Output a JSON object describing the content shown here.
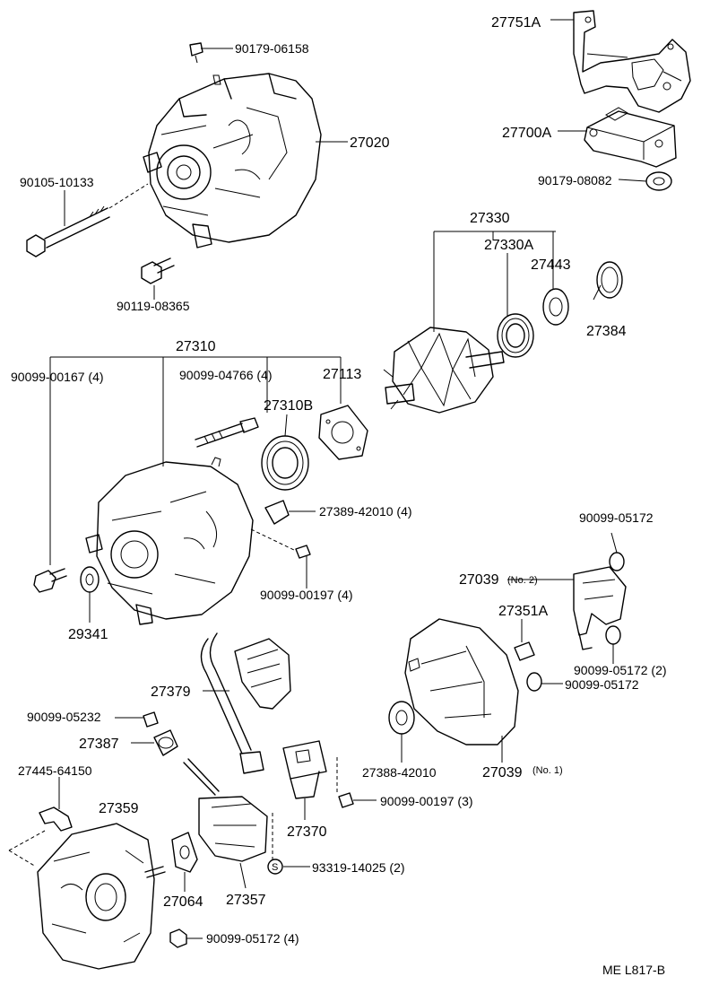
{
  "labels": {
    "p27751A": "27751A",
    "p90179_06158": "90179-06158",
    "p27020": "27020",
    "p27700A": "27700A",
    "p90105_10133": "90105-10133",
    "p90179_08082": "90179-08082",
    "p27330": "27330",
    "p27330A": "27330A",
    "p27443": "27443",
    "p90119_08365": "90119-08365",
    "p27384": "27384",
    "p27310": "27310",
    "p90099_00167": "90099-00167 (4)",
    "p90099_04766": "90099-04766 (4)",
    "p27113": "27113",
    "p27310B": "27310B",
    "p27389_42010": "27389-42010 (4)",
    "p90099_05172_top": "90099-05172",
    "p27039_no2": "27039",
    "p27039_no2_note": "(No. 2)",
    "p90099_00197_4": "90099-00197 (4)",
    "p29341": "29341",
    "p27351A": "27351A",
    "p90099_05172_2": "90099-05172 (2)",
    "p27379": "27379",
    "p90099_05172_mid": "90099-05172",
    "p90099_05232": "90099-05232",
    "p27387": "27387",
    "p27388_42010": "27388-42010",
    "p27039_no1": "27039",
    "p27039_no1_note": "(No. 1)",
    "p27445_64150": "27445-64150",
    "p90099_00197_3": "90099-00197 (3)",
    "p27359": "27359",
    "p27370": "27370",
    "p93319_14025": "93319-14025 (2)",
    "s_mark": "S",
    "p27064": "27064",
    "p27357": "27357",
    "p90099_05172_4": "90099-05172 (4)",
    "footer": "ME   L817-B"
  }
}
